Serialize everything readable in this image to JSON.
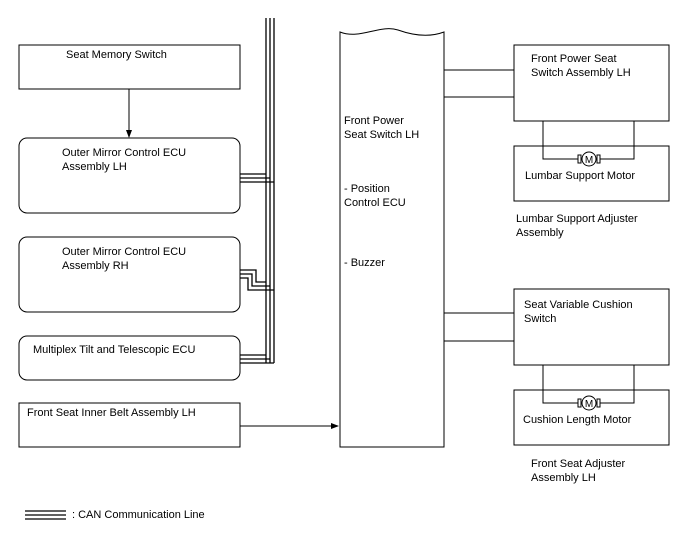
{
  "blocks": {
    "seat_memory_switch": "Seat Memory Switch",
    "outer_mirror_lh": "Outer Mirror Control ECU\nAssembly LH",
    "outer_mirror_rh": "Outer Mirror Control ECU\nAssembly RH",
    "multiplex_tilt": "Multiplex Tilt and Telescopic ECU",
    "front_seat_belt": "Front Seat Inner Belt Assembly LH",
    "front_power_seat_switch": "Front Power\nSeat Switch LH",
    "position_control": "- Position\nControl ECU",
    "buzzer": "- Buzzer",
    "front_power_seat_switch_assembly": "Front Power Seat\nSwitch Assembly LH",
    "lumbar_support_motor": "Lumbar Support Motor",
    "lumbar_support_adjuster": "Lumbar Support Adjuster\nAssembly",
    "seat_variable_cushion_switch": "Seat Variable Cushion\nSwitch",
    "cushion_length_motor": "Cushion Length Motor",
    "front_seat_adjuster": "Front Seat Adjuster\nAssembly LH"
  },
  "motor_symbol": "M",
  "legend": {
    "can_line": ": CAN Communication Line"
  }
}
